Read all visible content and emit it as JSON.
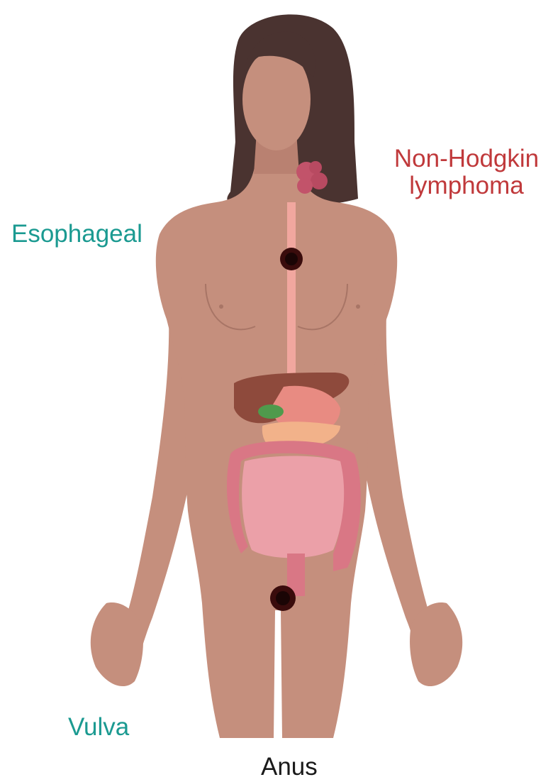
{
  "labels": {
    "esophageal": "Esophageal",
    "nhl_line1": "Non-Hodgkin",
    "nhl_line2": "lymphoma",
    "vulva": "Vulva",
    "anus": "Anus"
  },
  "colors": {
    "teal": "#1b9a91",
    "red": "#c0393b",
    "black": "#1a1a1a",
    "skin": "#c58f7d",
    "skin_shadow": "#a87566",
    "hair": "#4a3330",
    "esophagus": "#f1a79f",
    "tumor": "#3a0c0c",
    "lymph": "#c2536a",
    "liver": "#8e4a3c",
    "stomach": "#e88b82",
    "pancreas": "#f2b28a",
    "gallbladder": "#4f9a4c",
    "intestine": "#eba0a8",
    "colon": "#d97785"
  }
}
